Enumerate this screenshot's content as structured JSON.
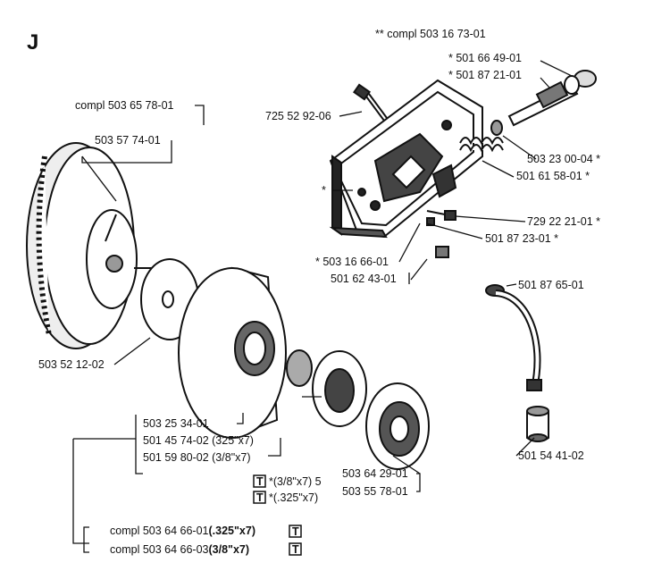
{
  "section_letter": "J",
  "labels": {
    "compl_top": "** compl 503 16 73-01",
    "p_501664901": "* 501 66 49-01",
    "p_501872101": "* 501 87 21-01",
    "p_725529206": "725 52 92-06",
    "p_503230004": "503 23 00-04 *",
    "p_501615801": "501 61 58-01 *",
    "p_star_left": "*",
    "p_729222101": "729 22 21-01 *",
    "p_501872301": "501 87 23-01 *",
    "p_503166601": "* 503 16 66-01",
    "p_501624301": "501 62 43-01",
    "p_501876501": "501 87 65-01",
    "p_501544102": "501 54 41-02",
    "compl_clutch": "compl 503 65 78-01",
    "p_503577401": "503 57 74-01",
    "p_503521202": "503 52 12-02",
    "p_503253401": "503 25 34-01",
    "p_501457402": "501 45 74-02 (325\"x7)",
    "p_501598002": "501 59 80-02 (3/8\"x7)",
    "note1": "*(3/8\"x7) 5",
    "note2": "*(.325\"x7)",
    "p_503642901": "503 64 29-01",
    "p_503557801": "503 55 78-01",
    "compl_a_prefix": "compl 503 64 66-01",
    "compl_a_bold": "(.325\"x7)",
    "compl_b_prefix": "compl 503 64 66-03",
    "compl_b_bold": "(3/8\"x7)"
  }
}
